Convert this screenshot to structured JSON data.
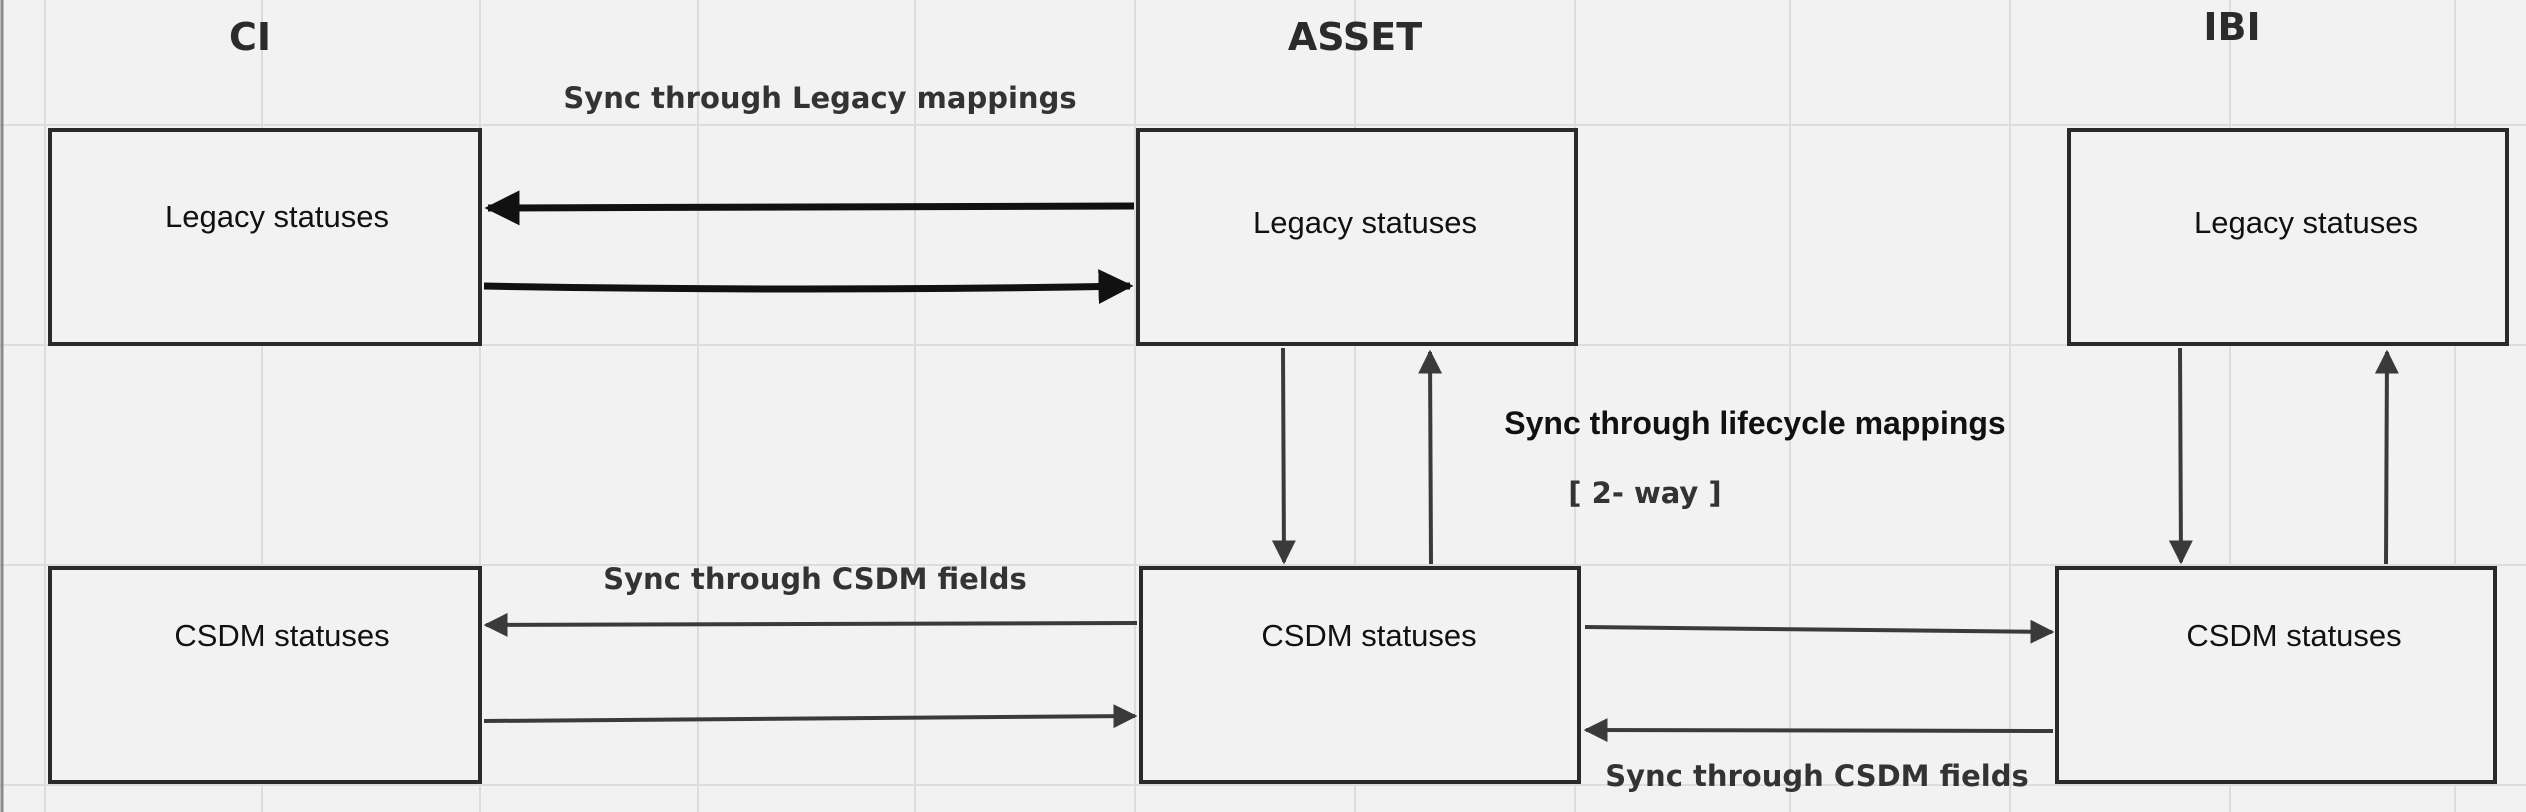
{
  "columns": {
    "ci": "CI",
    "asset": "ASSET",
    "ibi": "IBI"
  },
  "boxes": {
    "ci_legacy": "Legacy statuses",
    "asset_legacy": "Legacy statuses",
    "ibi_legacy": "Legacy statuses",
    "ci_csdm": "CSDM statuses",
    "asset_csdm": "CSDM statuses",
    "ibi_csdm": "CSDM statuses"
  },
  "labels": {
    "legacy_sync": "Sync through Legacy mappings",
    "lifecycle_sync": "Sync through lifecycle mappings",
    "lifecycle_two_way": "[ 2- way ]",
    "csdm_sync_left": "Sync through CSDM fields",
    "csdm_sync_right": "Sync through CSDM fields"
  },
  "colors": {
    "background": "#f2f2f2",
    "stroke": "#2a2a2a",
    "grid": "#dddddd"
  }
}
